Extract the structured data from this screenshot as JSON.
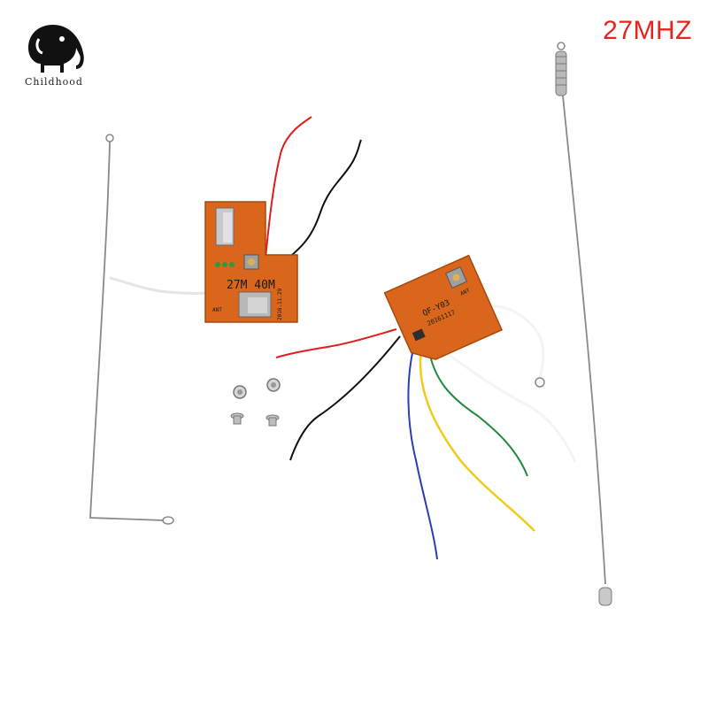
{
  "brand": {
    "logo_text": "Childhood",
    "logo_icon": "elephant-silhouette-icon"
  },
  "frequency_label": "27MHZ",
  "colors": {
    "label_red": "#e52420",
    "pcb_orange": "#d9661a",
    "wire_red": "#e01d1d",
    "wire_black": "#111111",
    "wire_blue": "#2a3fb3",
    "wire_yellow": "#f0cc1e",
    "wire_green": "#1f8a3a",
    "wire_white": "#f4f4f4",
    "antenna_grey": "#8a8a8a"
  },
  "receiver_board": {
    "marking_main": "27M 40M",
    "marking_side": "2016.11.29",
    "marking_ant": "ANT"
  },
  "transmitter_board": {
    "marking_main": "QF-Y03",
    "marking_side": "20161117",
    "marking_ant": "ANT"
  }
}
